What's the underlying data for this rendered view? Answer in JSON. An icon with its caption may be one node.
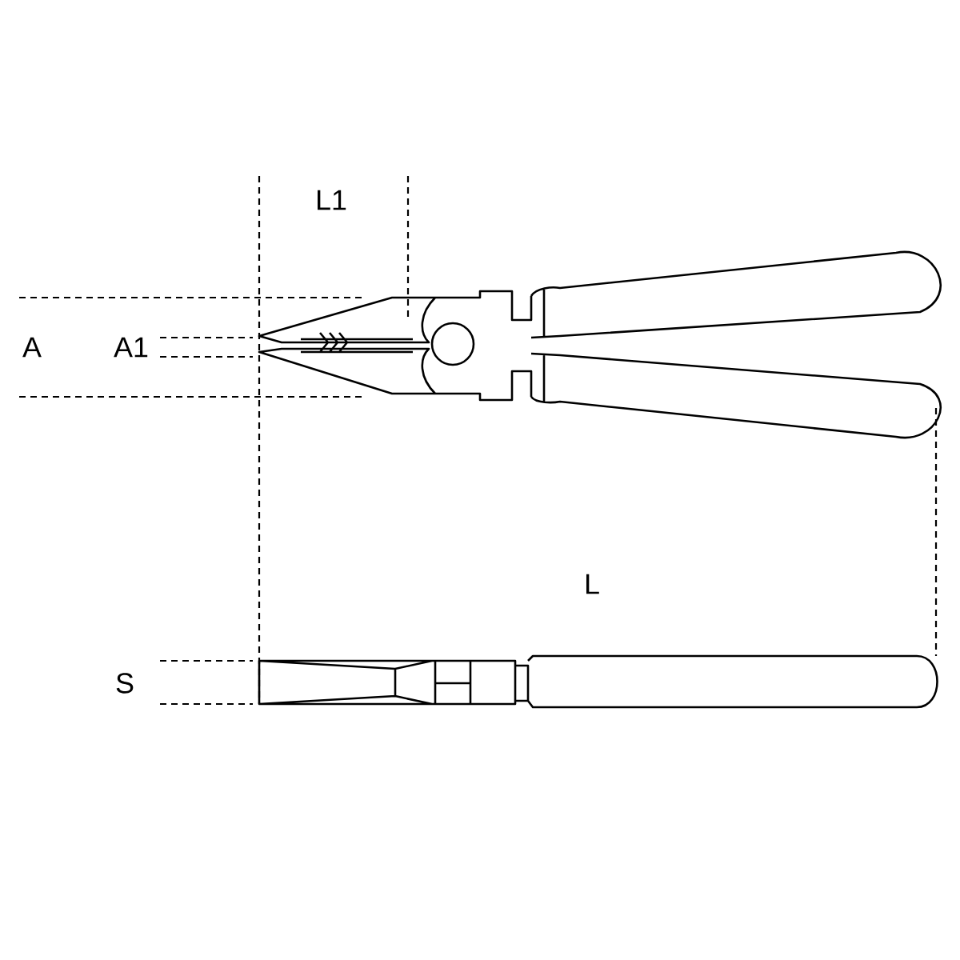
{
  "diagram": {
    "labels": [
      "L1",
      "A",
      "A1",
      "L",
      "S"
    ]
  }
}
